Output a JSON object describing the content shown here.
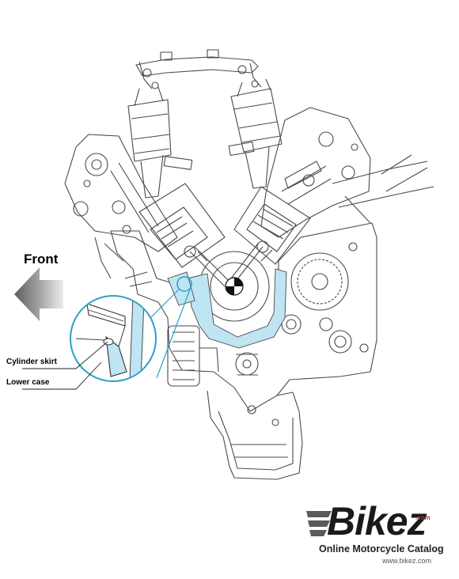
{
  "labels": {
    "front": "Front",
    "cylinder_skirt": "Cylinder skirt",
    "lower_case": "Lower case"
  },
  "watermark": {
    "logo": "Bikez",
    "dotcom": ".com",
    "tagline": "Online Motorcycle Catalog",
    "url": "www.bikez.com"
  },
  "colors": {
    "line": "#4a4a4a",
    "highlight": "#bfe4f2",
    "callout": "#2aa0c8",
    "arrow_dark": "#6d6d6d",
    "arrow_light": "#e3e3e3",
    "logo_red": "#c0282d"
  }
}
